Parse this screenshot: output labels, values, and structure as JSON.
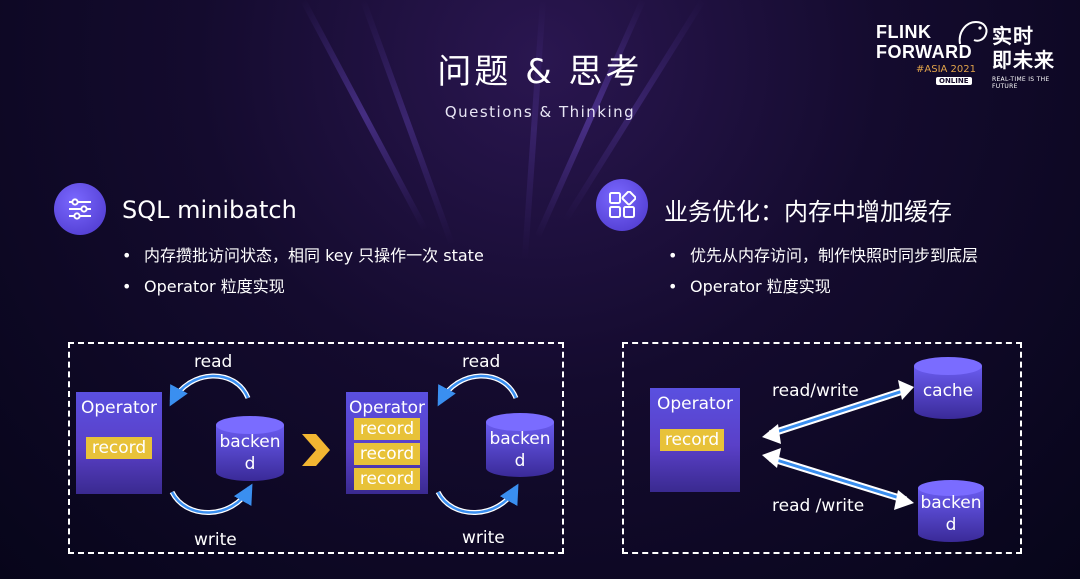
{
  "title": {
    "main": "问题 & 思考",
    "sub": "Questions & Thinking"
  },
  "logo": {
    "line1": "FLINK",
    "line2": "FORWARD",
    "asia": "#ASIA 2021",
    "online": "ONLINE",
    "cn_line1": "实时",
    "cn_line2": "即未来",
    "tagline": "REAL-TIME IS THE FUTURE"
  },
  "left_section": {
    "title": "SQL minibatch",
    "bullets": [
      "内存攒批访问状态，相同 key 只操作一次 state",
      "Operator 粒度实现"
    ]
  },
  "right_section": {
    "title": "业务优化：内存中增加缓存",
    "bullets": [
      "优先从内存访问，制作快照时同步到底层",
      "Operator 粒度实现"
    ]
  },
  "diagram_left": {
    "before": {
      "operator": "Operator",
      "record": "record",
      "backend": "backen d",
      "read": "read",
      "write": "write"
    },
    "after": {
      "operator": "Operator",
      "records": [
        "record",
        "record",
        "record"
      ],
      "backend": "backen d",
      "read": "read",
      "write": "write"
    }
  },
  "diagram_right": {
    "operator": "Operator",
    "record": "record",
    "cache": "cache",
    "backend": "backen d",
    "read_write_top": "read/write",
    "read_write_bottom": "read /write"
  },
  "colors": {
    "accent_purple": "#5a4ee0",
    "record_yellow": "#e8c239",
    "arrow_blue": "#3a8ff0",
    "chevron": "#f2b632"
  }
}
